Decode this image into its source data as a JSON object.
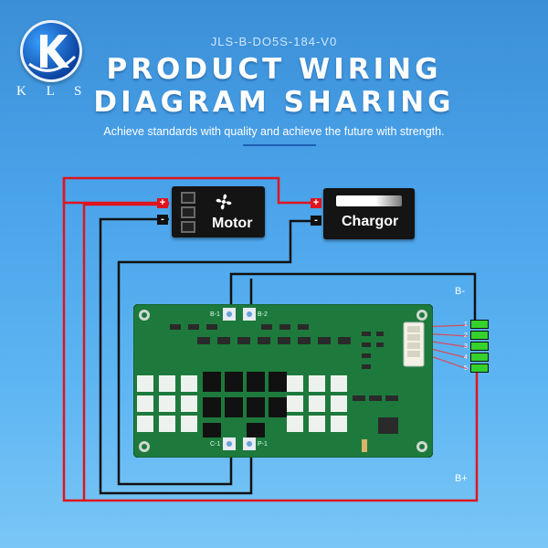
{
  "header": {
    "logo_text": "K L S",
    "model": "JLS-B-DO5S-184-V0",
    "title_line1": "PRODUCT WIRING",
    "title_line2": "DIAGRAM SHARING",
    "slogan": "Achieve standards with quality and achieve the future with strength."
  },
  "motor": {
    "label": "Motor",
    "plus": "+",
    "minus": "-"
  },
  "charger": {
    "label": "Chargor",
    "plus": "+",
    "minus": "-"
  },
  "board": {
    "pad_b1": "B-1",
    "pad_b2": "B-2",
    "pad_c1": "C-1",
    "pad_p1": "P-1"
  },
  "wires": {
    "b_minus": "B-",
    "b_plus": "B+"
  },
  "cells": [
    "1",
    "2",
    "3",
    "4",
    "5"
  ],
  "colors": {
    "red_wire": "#e0141e",
    "black_wire": "#111111",
    "cell_green": "#35d12c",
    "pcb_green": "#1d7a3c"
  }
}
